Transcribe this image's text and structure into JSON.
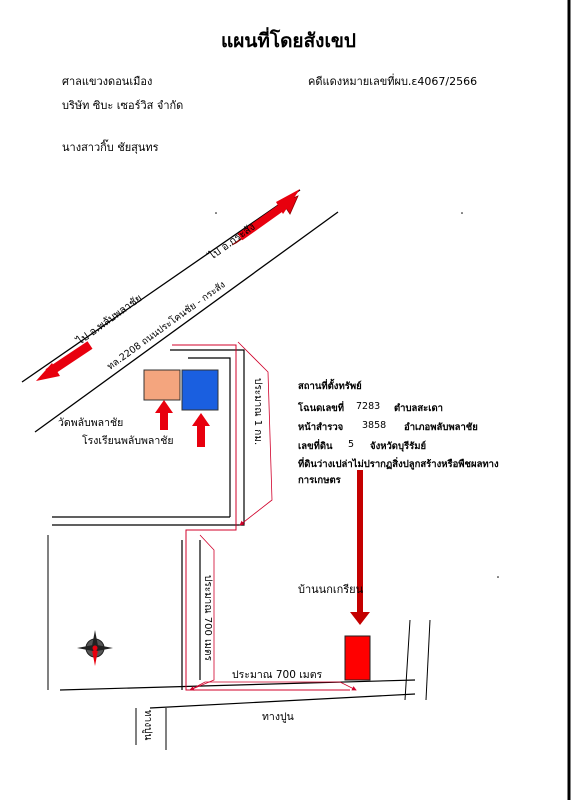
{
  "title": "แผนที่โดยสังเขป",
  "header": {
    "court": "ศาลแขวงดอนเมือง",
    "case_number": "คดีแดงหมายเลขที่ผบ.ε4067/2566",
    "plaintiff_company": "บริษัท ซิบะ เซอร์วิส จำกัด",
    "defendant": "นางสาวกิ๊บ ชัยสุนทร"
  },
  "property": {
    "heading": "สถานที่ตั้งทรัพย์",
    "deed_label": "โฉนดเลขที่",
    "deed_value": "7283",
    "subdistrict": "ตำบลสะเดา",
    "survey_label": "หน้าสำรวจ",
    "survey_value": "3858",
    "district": "อำเภอพลับพลาชัย",
    "land_label": "เลขที่ดิน",
    "land_value": "5",
    "province": "จังหวัดบุรีรัมย์",
    "description_line1": "ที่ดินว่างเปล่าไม่ปรากฏสิ่งปลูกสร้างหรือพืชผลทาง",
    "description_line2": "การเกษตร"
  },
  "map": {
    "to_krasang": "ไป อ.กระสัง",
    "to_phlapphlachai": "ไป อ.พลับพลาชัย",
    "highway": "ทล.2208 ถนนประโคนชัย - กระสัง",
    "temple": "วัดพลับพลาชัย",
    "school": "โรงเรียนพลับพลาชัย",
    "dist_1km": "ประมาณ 1 กม.",
    "dist_700_vertical": "ประมาณ 700 เมตร",
    "dist_700_horizontal": "ประมาณ 700 เมตร",
    "village": "บ้านนกเกรียน",
    "concrete_road_bottom": "ทางปูน",
    "concrete_road_left": "ทางปูน"
  },
  "colors": {
    "arrow_red": "#e8000e",
    "temple_fill": "#f4a57e",
    "school_fill": "#1a5fe0",
    "property_fill": "#ff0000",
    "route_red": "#d0002a"
  }
}
